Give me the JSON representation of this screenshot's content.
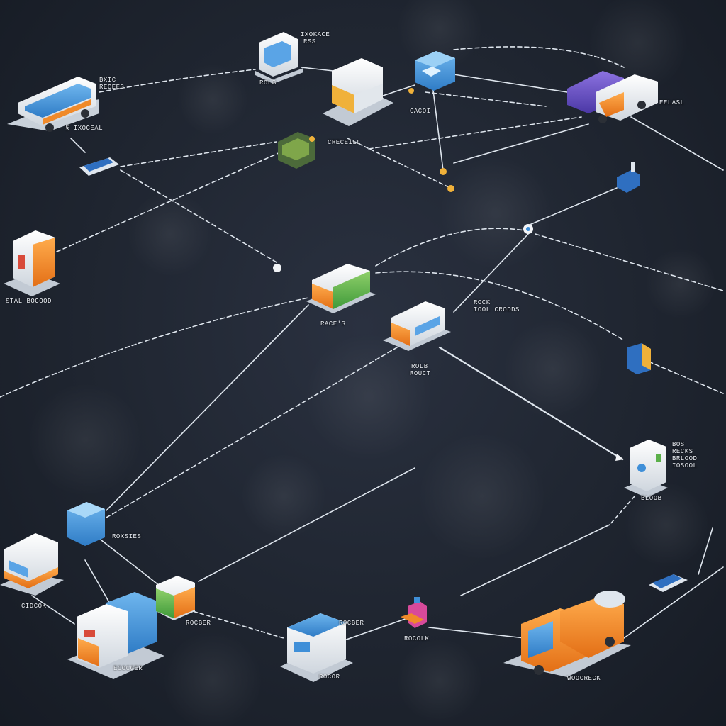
{
  "colors": {
    "background": "#1f2530",
    "link": "#dfe6ee",
    "accent_blue": "#3f8fd8",
    "accent_orange": "#f08a2a",
    "accent_green": "#5bb04a",
    "accent_purple": "#6e52c8"
  },
  "labels": [
    {
      "id": "lbl-top-left-a",
      "text": "BXIC"
    },
    {
      "id": "lbl-top-left-b",
      "text": "RECEES"
    },
    {
      "id": "lbl-bus",
      "text": "§ IXOCEAL"
    },
    {
      "id": "lbl-top-small",
      "text": "IXOKACE"
    },
    {
      "id": "lbl-top-small2",
      "text": "RSS"
    },
    {
      "id": "lbl-top-server",
      "text": "ROLB"
    },
    {
      "id": "lbl-center-top",
      "text": "CRECEILL"
    },
    {
      "id": "lbl-blue-top",
      "text": "CACOI"
    },
    {
      "id": "lbl-top-right",
      "text": "EELASL"
    },
    {
      "id": "lbl-left-mid",
      "text": "STAL BOCOOD"
    },
    {
      "id": "lbl-center",
      "text": "RACE'S"
    },
    {
      "id": "lbl-center-right-a",
      "text": "ROCK"
    },
    {
      "id": "lbl-center-right-b",
      "text": "IOOL CRODDS"
    },
    {
      "id": "lbl-center-low-a",
      "text": "ROLB"
    },
    {
      "id": "lbl-center-low-b",
      "text": "ROUCT"
    },
    {
      "id": "lbl-right-a",
      "text": "BOS"
    },
    {
      "id": "lbl-right-b",
      "text": "RECKS"
    },
    {
      "id": "lbl-right-c",
      "text": "BRLOOD"
    },
    {
      "id": "lbl-right-d",
      "text": "IOSOOL"
    },
    {
      "id": "lbl-right-low",
      "text": "BLOOB"
    },
    {
      "id": "lbl-bottom-left-cube",
      "text": "ROXSIES"
    },
    {
      "id": "lbl-bottom-left-truck",
      "text": "CIDCOK"
    },
    {
      "id": "lbl-bottom-green",
      "text": "ROCBER"
    },
    {
      "id": "lbl-bottom-server",
      "text": "ECOCGER"
    },
    {
      "id": "lbl-bottom-mid",
      "text": "ROCBER"
    },
    {
      "id": "lbl-bottom-mid-b",
      "text": "ROCOR"
    },
    {
      "id": "lbl-bottom-small",
      "text": "ROCOLK"
    },
    {
      "id": "lbl-bottom-right",
      "text": "WOOCRECK"
    }
  ]
}
